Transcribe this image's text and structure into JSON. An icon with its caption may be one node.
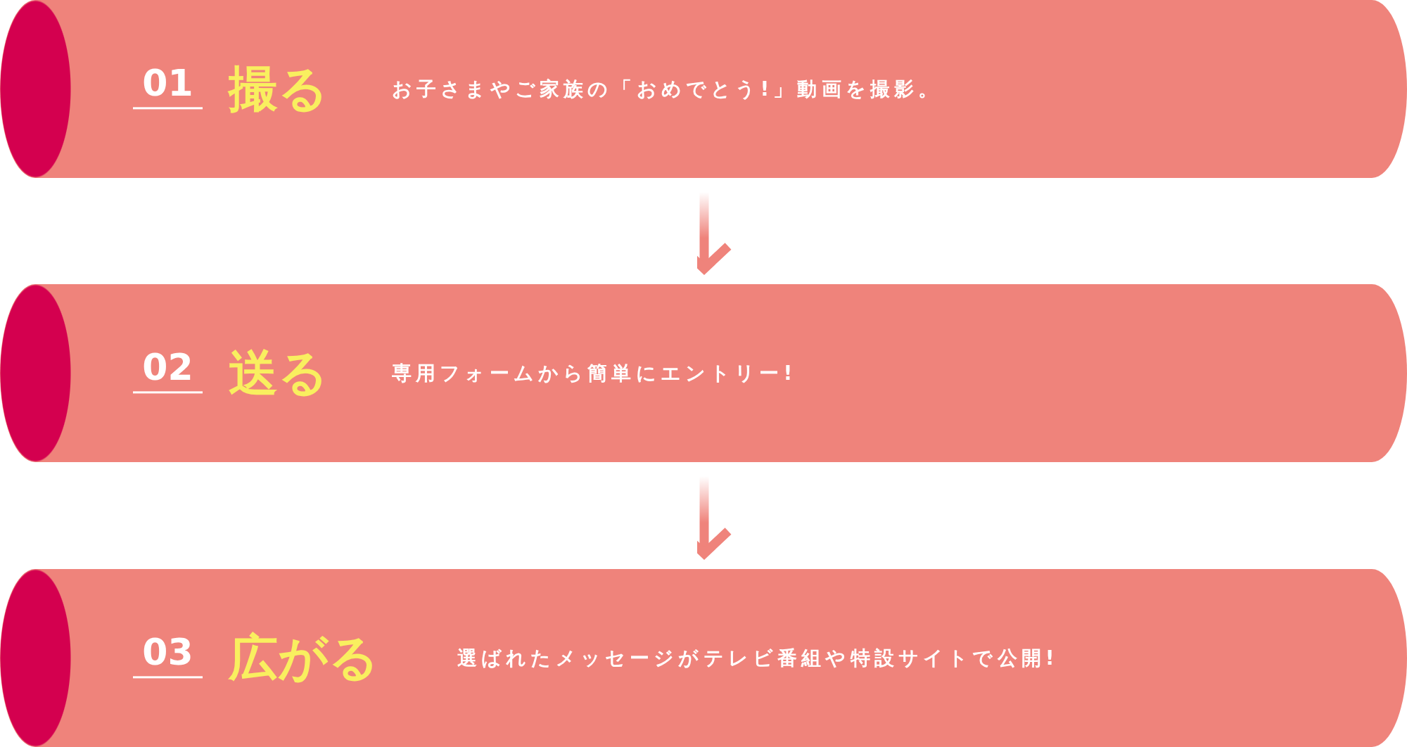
{
  "diagram": {
    "nodes": [
      {
        "text": [
          "01",
          "撮る",
          "お子さまやご家族の「おめでとう!」動画を撮影。"
        ]
      },
      {
        "text": [
          "02",
          "送る",
          "専用フォームから簡単にエントリー!"
        ]
      },
      {
        "text": [
          "03",
          "広がる",
          "選ばれたメッセージがテレビ番組や特設サイトで公開!"
        ]
      }
    ],
    "edges": [
      {
        "from": 0,
        "to": 1,
        "arrow": "to"
      },
      {
        "from": 1,
        "to": 2,
        "arrow": "to"
      }
    ]
  }
}
